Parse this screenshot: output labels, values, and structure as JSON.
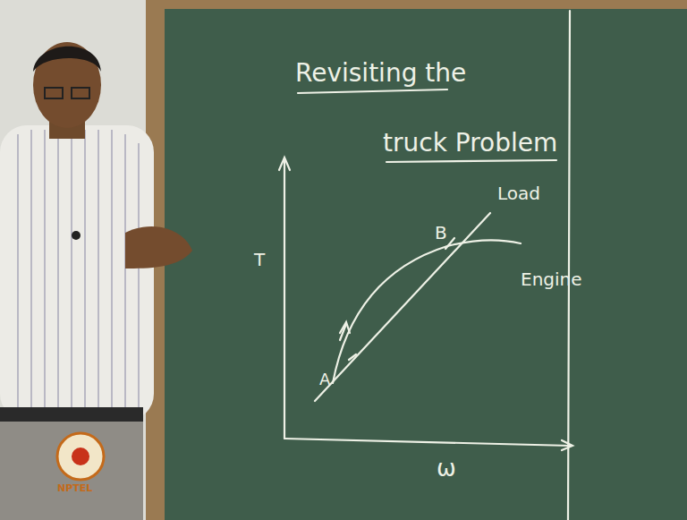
{
  "diagram": {
    "labels": [
      "Revisiting the",
      "truck Problem",
      "Load",
      "Engine",
      "T",
      "ω",
      "A",
      "B",
      "NPTEL"
    ]
  }
}
